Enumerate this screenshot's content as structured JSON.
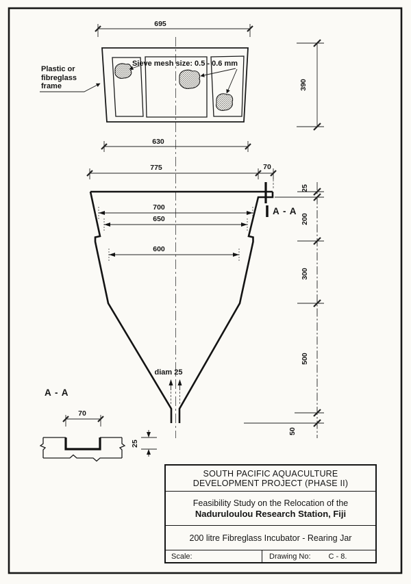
{
  "notes": {
    "frame": "Plastic or\nfibreglass\nframe",
    "mesh": "Sieve mesh size: 0.5 - 0.6 mm",
    "outlet": "diam 25"
  },
  "section": {
    "marker": "A - A",
    "title": "A - A"
  },
  "dimensions": {
    "frame_top_width": "695",
    "frame_bottom_width": "630",
    "frame_height": "390",
    "jar_rim_width": "775",
    "jar_rim_lip": "70",
    "jar_width_700": "700",
    "jar_width_650": "650",
    "jar_width_600": "600",
    "height_rim": "25",
    "height_upper": "200",
    "height_middle": "300",
    "height_cone": "500",
    "height_outlet": "50",
    "detail_width": "70",
    "detail_depth": "25"
  },
  "title_block": {
    "project_line1": "SOUTH PACIFIC AQUACULTURE",
    "project_line2": "DEVELOPMENT PROJECT (PHASE II)",
    "study_line1": "Feasibility Study on the Relocation of the",
    "study_line2": "Naduruloulou Research Station, Fiji",
    "drawing_title": "200 litre Fibreglass Incubator - Rearing Jar",
    "scale_label": "Scale:",
    "drawing_no_label": "Drawing No:",
    "drawing_no_value": "C - 8."
  }
}
